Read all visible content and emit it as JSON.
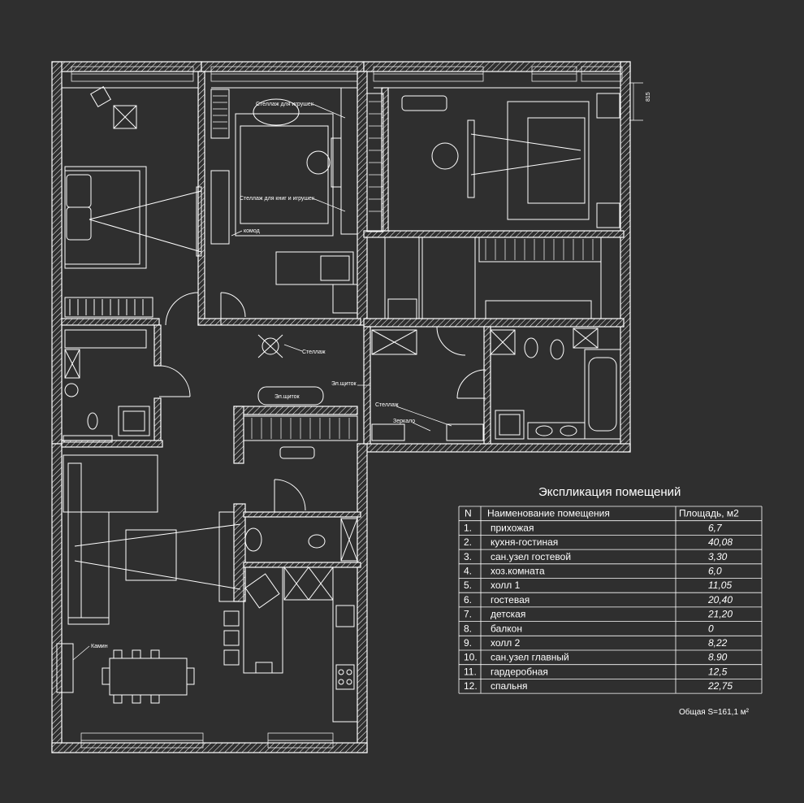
{
  "labels": {
    "toy_shelf": "Стеллаж для игрушек",
    "book_toy_shelf": "Стеллаж для книг и игрушек",
    "dresser": "комод",
    "shelf_hall": "Стеллаж",
    "panel_hall": "Эл.щиток",
    "panel_hall2": "Эл.щиток",
    "shelf_hall2": "Стеллаж",
    "mirror": "Зеркало",
    "fireplace": "Камин",
    "dimension": "815"
  },
  "table": {
    "title": "Экспликация помещений",
    "headers": {
      "num": "N",
      "name": "Наименование помещения",
      "area": "Площадь, м2"
    },
    "rows": [
      {
        "num": "1.",
        "name": "прихожая",
        "area": "6,7"
      },
      {
        "num": "2.",
        "name": "кухня-гостиная",
        "area": "40,08"
      },
      {
        "num": "3.",
        "name": "сан.узел гостевой",
        "area": "3,30"
      },
      {
        "num": "4.",
        "name": "хоз.комната",
        "area": "6,0"
      },
      {
        "num": "5.",
        "name": "холл 1",
        "area": "11,05"
      },
      {
        "num": "6.",
        "name": "гостевая",
        "area": "20,40"
      },
      {
        "num": "7.",
        "name": "детская",
        "area": "21,20"
      },
      {
        "num": "8.",
        "name": "балкон",
        "area": "0"
      },
      {
        "num": "9.",
        "name": "холл 2",
        "area": "8,22"
      },
      {
        "num": "10.",
        "name": "сан.узел главный",
        "area": "8.90"
      },
      {
        "num": "11.",
        "name": "гардеробная",
        "area": "12,5"
      },
      {
        "num": "12.",
        "name": "спальня",
        "area": "22,75"
      }
    ],
    "total": "Общая S=161,1 м²"
  },
  "colors": {
    "background": "#2f2f2f",
    "lines": "#ffffff"
  }
}
